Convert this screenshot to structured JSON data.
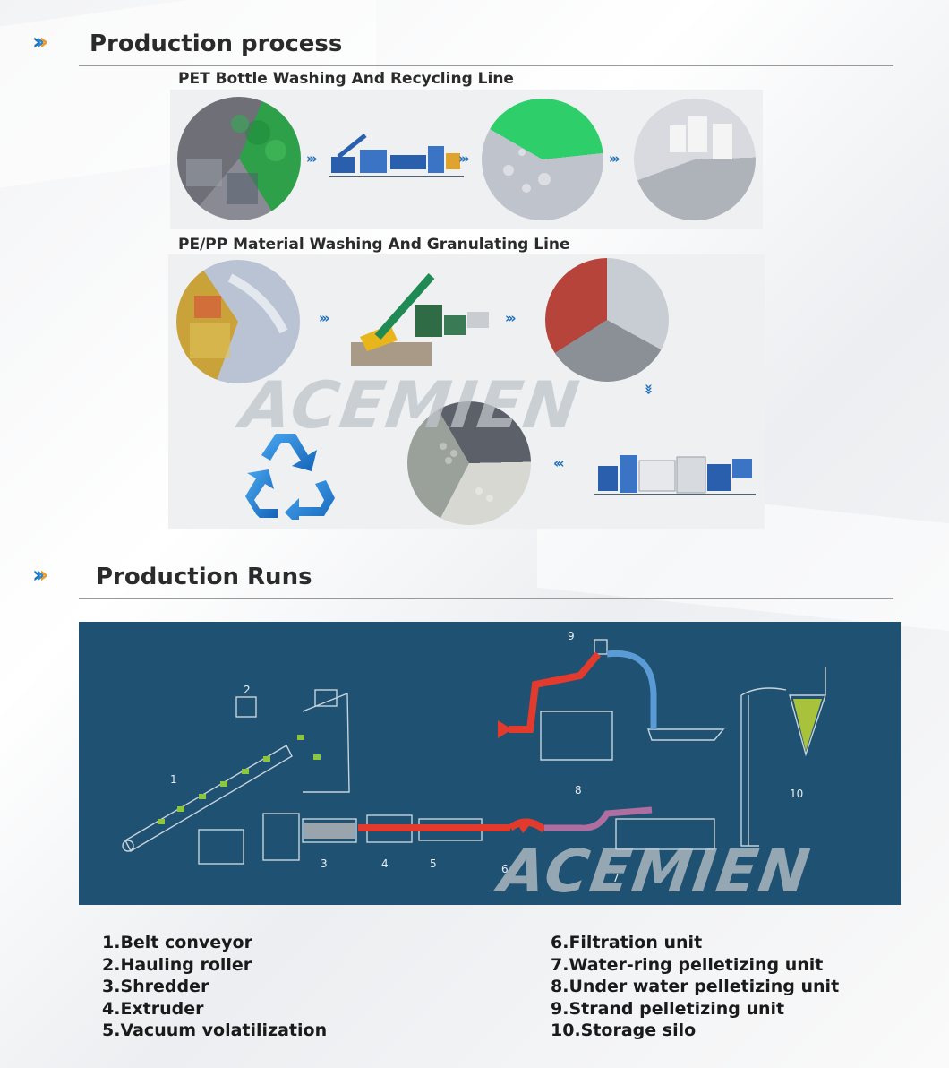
{
  "sections": {
    "process": {
      "title": "Production process"
    },
    "runs": {
      "title": "Production Runs"
    }
  },
  "lines": {
    "pet": {
      "title": "PET Bottle Washing And Recycling Line"
    },
    "pepp": {
      "title": "PE/PP Material Washing And Granulating Line"
    }
  },
  "watermark": "ACEMIEN",
  "diagram": {
    "labels": [
      "1",
      "2",
      "3",
      "4",
      "5",
      "6",
      "7",
      "8",
      "9",
      "10"
    ]
  },
  "legend": {
    "left": [
      "1.Belt conveyor",
      "2.Hauling roller",
      "3.Shredder",
      "4.Extruder",
      "5.Vacuum volatilization"
    ],
    "right": [
      "6.Filtration unit",
      "7.Water-ring pelletizing unit",
      "8.Under water pelletizing unit",
      "9.Strand pelletizing unit",
      "10.Storage silo"
    ]
  },
  "icons": {
    "section_marker": "triple-chevron-icon",
    "flow_arrow": "flow-chevrons-icon",
    "recycle": "recycle-icon"
  },
  "colors": {
    "chevron_blue": "#1d6fb8",
    "chevron_orange": "#f29a1f",
    "diagram_bg": "#1f5272",
    "melt_red": "#e23b2e"
  }
}
